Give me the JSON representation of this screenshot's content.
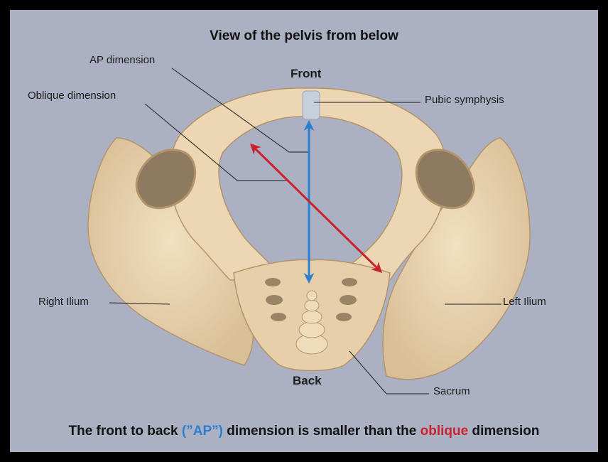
{
  "diagram": {
    "title": "View of the pelvis from below",
    "labels": {
      "front": "Front",
      "back": "Back",
      "ap_dimension": "AP dimension",
      "oblique_dimension": "Oblique dimension",
      "pubic_symphysis": "Pubic symphysis",
      "right_ilium": "Right Ilium",
      "left_ilium": "Left Ilium",
      "sacrum": "Sacrum"
    },
    "caption": {
      "part1": "The front to back ",
      "part2": "(”AP”)",
      "part3": " dimension is smaller than the ",
      "part4": "oblique",
      "part5": " dimension"
    },
    "colors": {
      "background": "#abb1c2",
      "bone": "#ecd6b3",
      "ap_arrow": "#2a7fd0",
      "oblique_arrow": "#c8222e",
      "frame": "#000000"
    }
  }
}
